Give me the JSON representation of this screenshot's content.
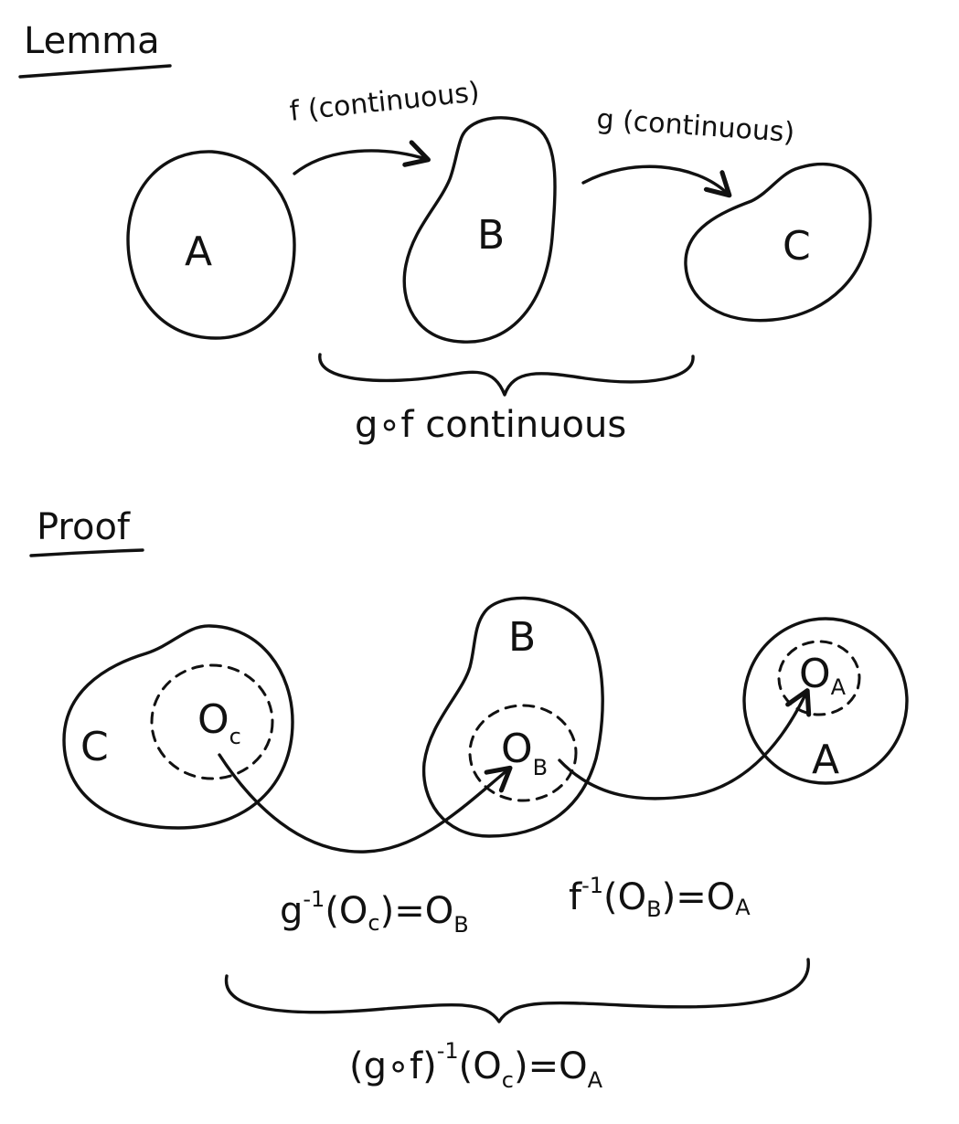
{
  "lemma": {
    "heading": "Lemma",
    "sets": {
      "a": "A",
      "b": "B",
      "c": "C"
    },
    "arrow_f_label": "f (continuous)",
    "arrow_g_label": "g (continuous)",
    "conclusion": "g∘f continuous"
  },
  "proof": {
    "heading": "Proof",
    "sets": {
      "c": "C",
      "b": "B",
      "a": "A"
    },
    "open_sets": {
      "oc": {
        "base": "O",
        "sub": "c"
      },
      "ob": {
        "base": "O",
        "sub": "B"
      },
      "oa": {
        "base": "O",
        "sub": "A"
      }
    },
    "eq_g": {
      "pre": "g",
      "sup": "-1",
      "arg": "(O",
      "argsub": "c",
      "mid": ")=O",
      "endsub": "B"
    },
    "eq_f": {
      "pre": "f",
      "sup": "-1",
      "arg": "(O",
      "argsub": "B",
      "mid": ")=O",
      "endsub": "A"
    },
    "conclusion": {
      "pre": "(g∘f)",
      "sup": "-1",
      "arg": "(O",
      "argsub": "c",
      "mid": ")=O",
      "endsub": "A"
    }
  }
}
